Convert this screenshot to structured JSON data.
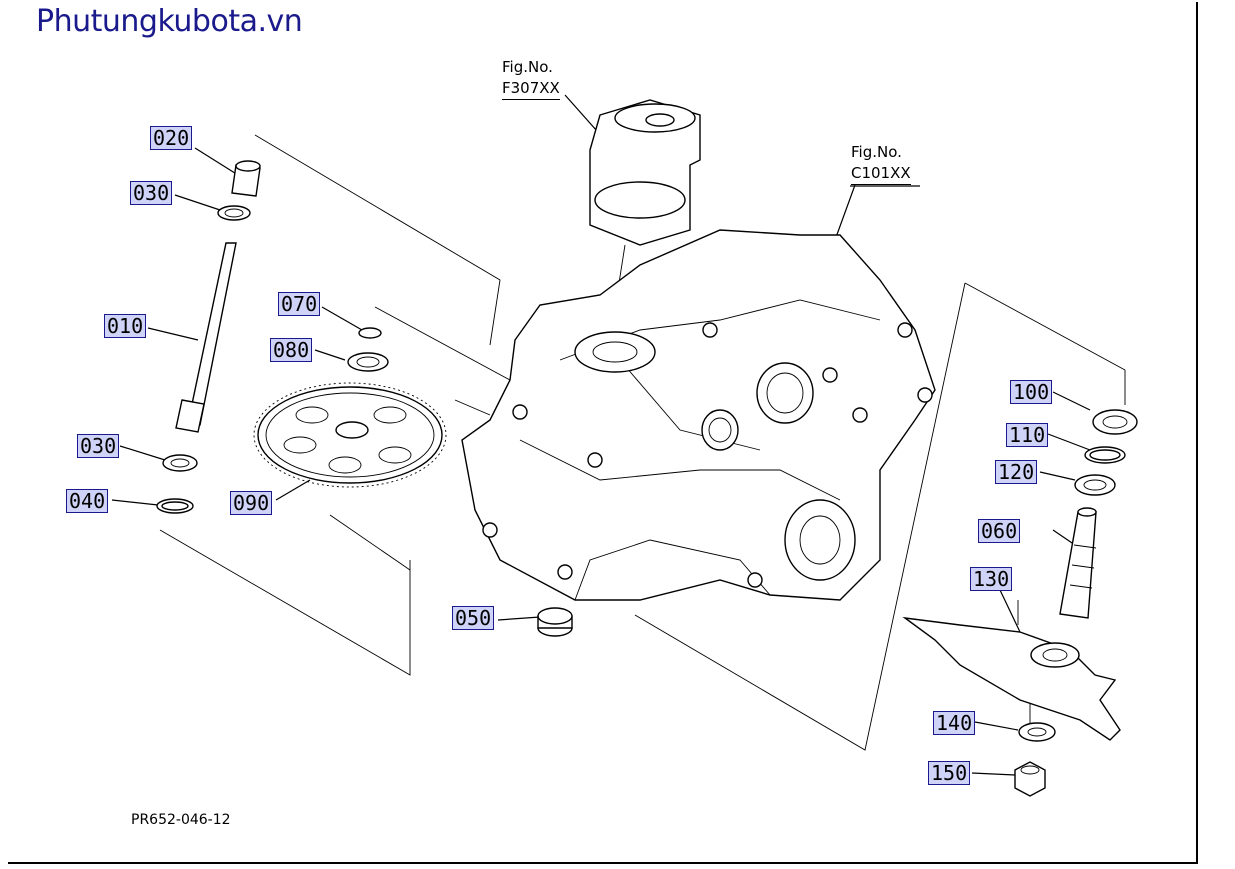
{
  "brand": "Phutungkubota.vn",
  "drawing_code": "PR652-046-12",
  "fig_refs": [
    {
      "id": "f307",
      "caption": "Fig.No.",
      "code": "F307XX"
    },
    {
      "id": "c101",
      "caption": "Fig.No.",
      "code": "C101XX"
    }
  ],
  "parts": {
    "p020": "020",
    "p030a": "030",
    "p010": "010",
    "p030b": "030",
    "p040": "040",
    "p070": "070",
    "p080": "080",
    "p090": "090",
    "p050": "050",
    "p100": "100",
    "p110": "110",
    "p120": "120",
    "p060": "060",
    "p130": "130",
    "p140": "140",
    "p150": "150"
  }
}
